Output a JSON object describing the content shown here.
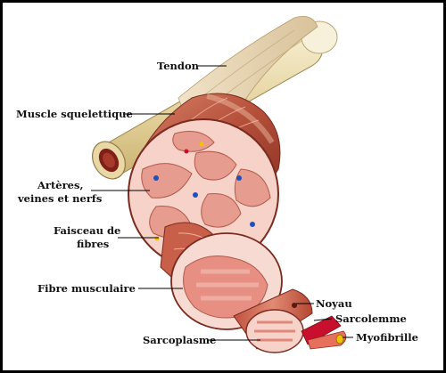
{
  "labels": {
    "tendon": "Tendon",
    "muscle": "Muscle squelettique",
    "arteres_1": "Artères,",
    "arteres_2": "veines et nerfs",
    "faisceau_1": "Faisceau de",
    "faisceau_2": "fibres",
    "fibre": "Fibre musculaire",
    "noyau": "Noyau",
    "sarcolemme": "Sarcolemme",
    "myofibrille": "Myofibrille",
    "sarcoplasme": "Sarcoplasme"
  },
  "colors": {
    "bone": "#e8d9a8",
    "muscle": "#b8553f",
    "fascicle": "#e9a49a",
    "tissue": "#f3c7bf",
    "vessel_red": "#c8102e",
    "vessel_blue": "#1f4fbf",
    "nerve_yellow": "#f2c200"
  }
}
